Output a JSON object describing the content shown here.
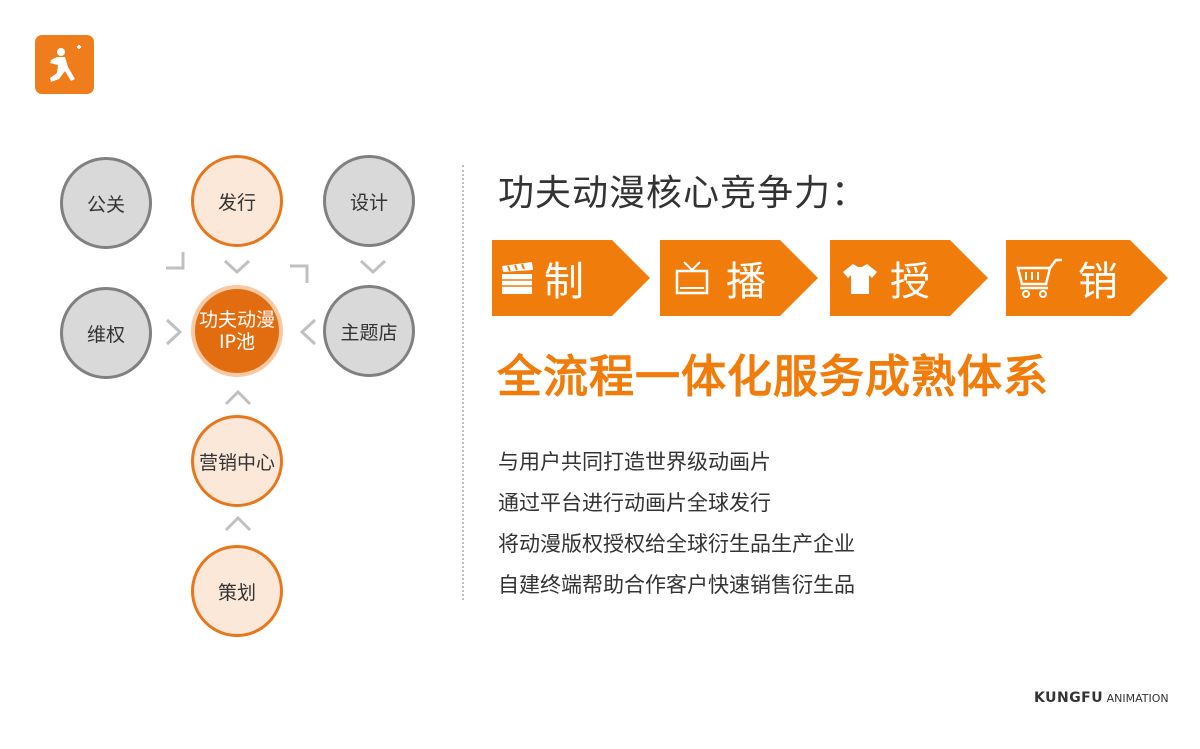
{
  "logo": {
    "icon": "kungfu-fighter-icon",
    "color": "#f07d1c"
  },
  "diagram": {
    "center": {
      "line1": "功夫动漫",
      "line2": "IP池"
    },
    "nodes": {
      "pr": "公关",
      "distribution": "发行",
      "design": "设计",
      "rights": "维权",
      "theme_store": "主题店",
      "marketing_center": "营销中心",
      "planning": "策划"
    }
  },
  "title": "功夫动漫核心竞争力：",
  "pipeline": [
    {
      "label": "制",
      "icon": "clapperboard-icon"
    },
    {
      "label": "播",
      "icon": "tv-icon"
    },
    {
      "label": "授",
      "icon": "tshirt-icon"
    },
    {
      "label": "销",
      "icon": "shopping-cart-icon"
    }
  ],
  "slogan": "全流程一体化服务成熟体系",
  "bullets": [
    "与用户共同打造世界级动画片",
    "通过平台进行动画片全球发行",
    "将动漫版权授权给全球衍生品生产企业",
    "自建终端帮助合作客户快速销售衍生品"
  ],
  "brand": {
    "main": "KUNGFU",
    "sub": "ANIMATION"
  },
  "colors": {
    "accent": "#f07d0b",
    "core": "#e26c10",
    "grey_fill": "#d9d9d9",
    "grey_border": "#808080"
  }
}
